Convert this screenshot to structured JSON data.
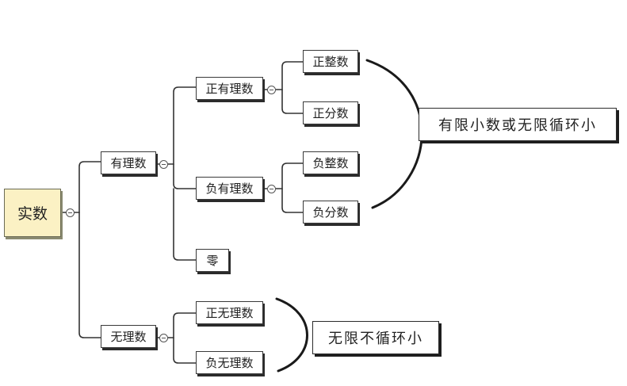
{
  "nodes": {
    "root": "实数",
    "rational": "有理数",
    "irrational": "无理数",
    "positive_rational": "正有理数",
    "negative_rational": "负有理数",
    "zero": "零",
    "positive_integer": "正整数",
    "positive_fraction": "正分数",
    "negative_integer": "负整数",
    "negative_fraction": "负分数",
    "positive_irrational": "正无理数",
    "negative_irrational": "负无理数"
  },
  "notes": {
    "rational_note": "有限小数或无限循环小",
    "irrational_note": "无限不循环小"
  },
  "colors": {
    "root_fill": "#fbf1c4",
    "line": "#333333"
  }
}
